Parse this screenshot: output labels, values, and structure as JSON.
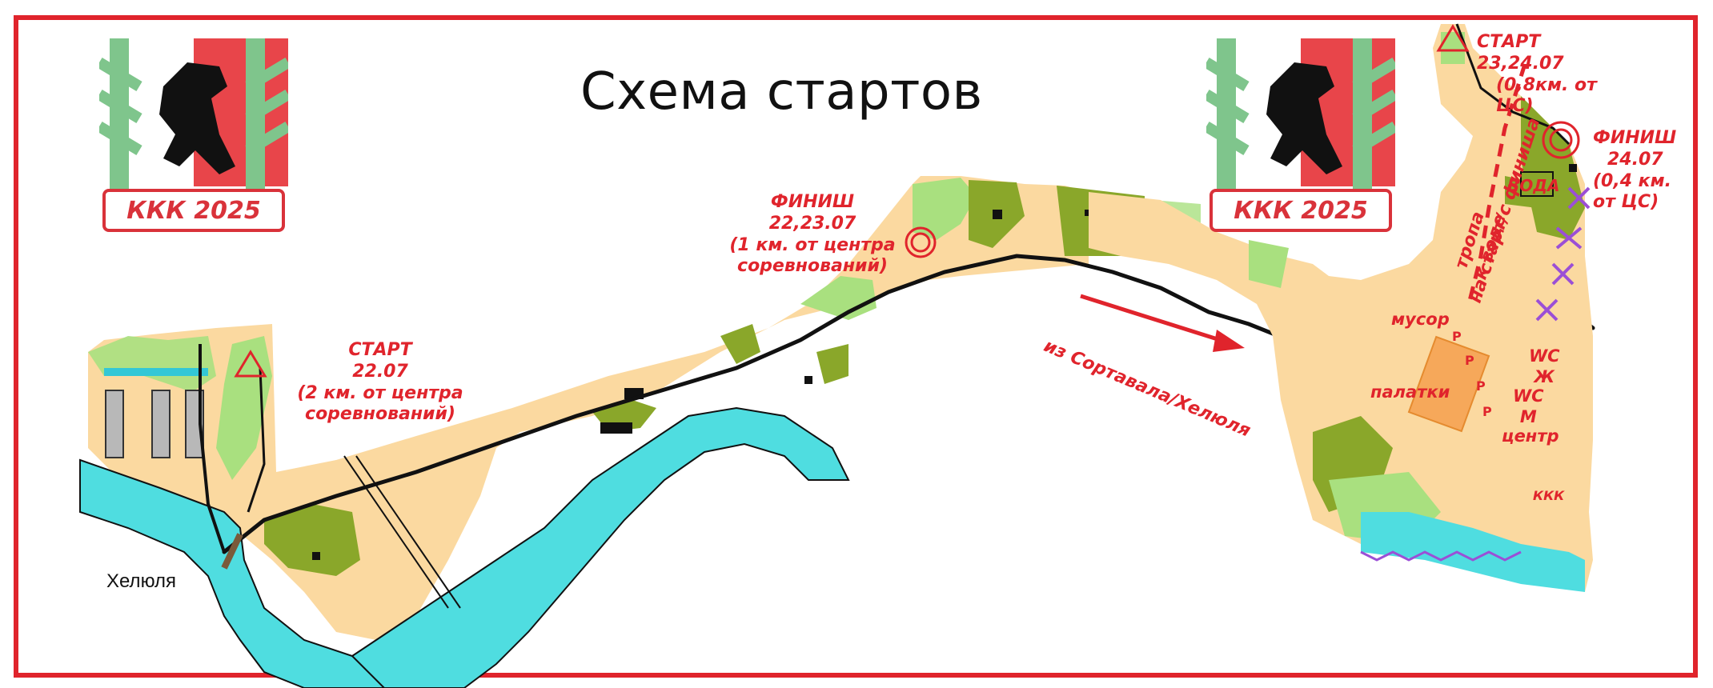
{
  "title": "Схема стартов",
  "logo_caption": "ККК 2025",
  "labels": {
    "start1": [
      "СТАРТ",
      "22.07",
      "(2 км. от центра",
      "соревнований)"
    ],
    "finish1": [
      "ФИНИШ",
      "22,23.07",
      "(1 км. от центра",
      "соревнований)"
    ],
    "start2": [
      "СТАРТ",
      "23,24.07",
      "(0,8км. от ЦС)"
    ],
    "finish2": [
      "ФИНИШ",
      "24.07",
      "(0,4 км.",
      "от ЦС)"
    ],
    "road_from": "из Сортавала/Хелюля",
    "path_start": "на старт/с финиша",
    "path_water": [
      "тропа",
      "к воде"
    ],
    "water": "ВОДА",
    "trash": "мусор",
    "tents": "палатки",
    "wc_w": [
      "WC",
      "Ж"
    ],
    "wc_m": [
      "WC",
      "М"
    ],
    "center": "центр",
    "kkk": "ККК",
    "parking": "P",
    "town": "Хелюля"
  },
  "colors": {
    "frame": "#e0242c",
    "water": "#4fdde0",
    "open_land": "#fbd9a0",
    "forest_green": "#8aa72a",
    "light_green": "#a9e07f",
    "road": "#111111",
    "accent_red": "#e0242c",
    "purple": "#9b4fd6"
  }
}
